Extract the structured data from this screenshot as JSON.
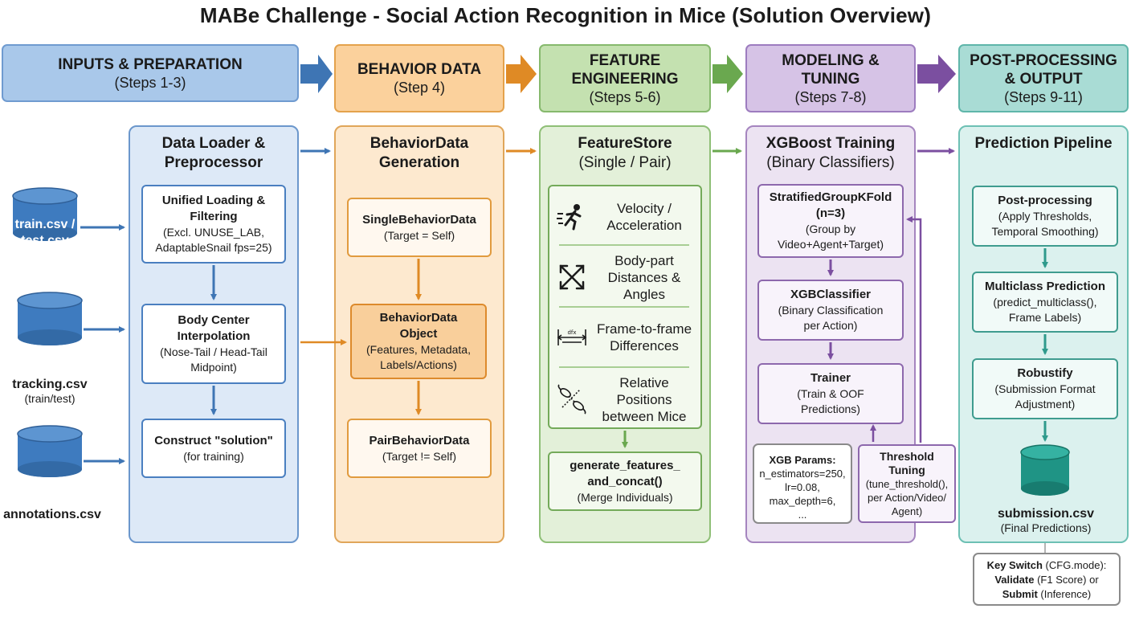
{
  "title": "MABe Challenge - Social Action Recognition in Mice (Solution Overview)",
  "stages": [
    {
      "name": "INPUTS & PREPARATION",
      "steps": "(Steps 1-3)",
      "color": "#a9c8ea"
    },
    {
      "name": "BEHAVIOR DATA",
      "steps": "(Step 4)",
      "color": "#fbd19c"
    },
    {
      "name_lines": [
        "FEATURE",
        "ENGINEERING"
      ],
      "steps": "(Steps 5-6)",
      "color": "#c4e1b0"
    },
    {
      "name_lines": [
        "MODELING &",
        "TUNING"
      ],
      "steps": "(Steps 7-8)",
      "color": "#d6c3e6"
    },
    {
      "name_lines": [
        "POST-PROCESSING",
        "& OUTPUT"
      ],
      "steps": "(Steps 9-11)",
      "color": "#a9dcd5"
    }
  ],
  "inputs": {
    "files": [
      {
        "name_lines": [
          "train.csv /",
          "test.csv"
        ],
        "icon": "database-cylinder-icon"
      },
      {
        "name": "tracking.csv",
        "sub": "(train/test)",
        "icon": "database-cylinder-icon"
      },
      {
        "name": "annotations.csv",
        "icon": "database-cylinder-icon"
      }
    ]
  },
  "loader": {
    "title_lines": [
      "Data Loader &",
      "Preprocessor"
    ],
    "boxes": [
      {
        "title_lines": [
          "Unified Loading &",
          "Filtering"
        ],
        "sub_lines": [
          "(Excl. UNUSE_LAB,",
          "AdaptableSnail fps=25)"
        ]
      },
      {
        "title_lines": [
          "Body Center",
          "Interpolation"
        ],
        "sub_lines": [
          "(Nose-Tail / Head-Tail",
          "Midpoint)"
        ]
      },
      {
        "title_lines": [
          "Construct \"solution\""
        ],
        "sub_lines": [
          "(for training)"
        ]
      }
    ]
  },
  "behavior": {
    "title_lines": [
      "BehaviorData",
      "Generation"
    ],
    "boxes": [
      {
        "title_lines": [
          "SingleBehaviorData"
        ],
        "sub_lines": [
          "(Target = Self)"
        ]
      },
      {
        "title_lines": [
          "BehaviorData",
          "Object"
        ],
        "sub_lines": [
          "(Features, Metadata,",
          "Labels/Actions)"
        ]
      },
      {
        "title_lines": [
          "PairBehaviorData"
        ],
        "sub_lines": [
          "(Target != Self)"
        ]
      }
    ]
  },
  "features": {
    "title": "FeatureStore",
    "subtitle": "(Single / Pair)",
    "items": [
      {
        "lines": [
          "Velocity /",
          "Acceleration"
        ],
        "icon": "running-person-icon"
      },
      {
        "lines": [
          "Body-part",
          "Distances &",
          "Angles"
        ],
        "icon": "expand-arrows-icon"
      },
      {
        "lines": [
          "Frame-to-frame",
          "Differences"
        ],
        "icon": "ruler-measure-icon",
        "icon_text": "dfx"
      },
      {
        "lines": [
          "Relative",
          "Positions",
          "between Mice"
        ],
        "icon": "linked-mice-icon"
      }
    ],
    "concat": {
      "title_lines": [
        "generate_features_",
        "and_concat()"
      ],
      "sub": "(Merge Individuals)"
    }
  },
  "modeling": {
    "title": "XGBoost Training",
    "subtitle": "(Binary Classifiers)",
    "boxes": [
      {
        "title_lines": [
          "StratifiedGroupKFold",
          "(n=3)"
        ],
        "sub_lines": [
          "(Group by",
          "Video+Agent+Target)"
        ]
      },
      {
        "title_lines": [
          "XGBClassifier"
        ],
        "sub_lines": [
          "(Binary Classification",
          "per Action)"
        ]
      },
      {
        "title_lines": [
          "Trainer"
        ],
        "sub_lines": [
          "(Train & OOF",
          "Predictions)"
        ]
      }
    ],
    "params": {
      "title": "XGB Params:",
      "lines": [
        "n_estimators=250,",
        "lr=0.08,",
        "max_depth=6,",
        "..."
      ]
    },
    "threshold": {
      "title_lines": [
        "Threshold",
        "Tuning"
      ],
      "sub_lines": [
        "(tune_threshold(),",
        "per Action/Video/",
        "Agent)"
      ]
    }
  },
  "postproc": {
    "title": "Prediction Pipeline",
    "boxes": [
      {
        "title_lines": [
          "Post-processing"
        ],
        "sub_lines": [
          "(Apply Thresholds,",
          "Temporal Smoothing)"
        ]
      },
      {
        "title_lines": [
          "Multiclass Prediction"
        ],
        "sub_lines": [
          "(predict_multiclass(),",
          "Frame Labels)"
        ]
      },
      {
        "title_lines": [
          "Robustify"
        ],
        "sub_lines": [
          "(Submission Format",
          "Adjustment)"
        ]
      }
    ],
    "output": {
      "name": "submission.csv",
      "sub": "(Final Predictions)",
      "icon": "database-cylinder-icon"
    },
    "switch": {
      "b1": "Key Switch",
      "r1": " (CFG.mode):",
      "b2": "Validate",
      "r2": " (F1 Score) or",
      "b3": "Submit",
      "r3": " (Inference)"
    }
  },
  "colors": {
    "blue": "#3e75b4",
    "orange": "#df8a25",
    "green": "#6aa84f",
    "purple": "#7b4fa0",
    "teal": "#2f9a8c"
  }
}
